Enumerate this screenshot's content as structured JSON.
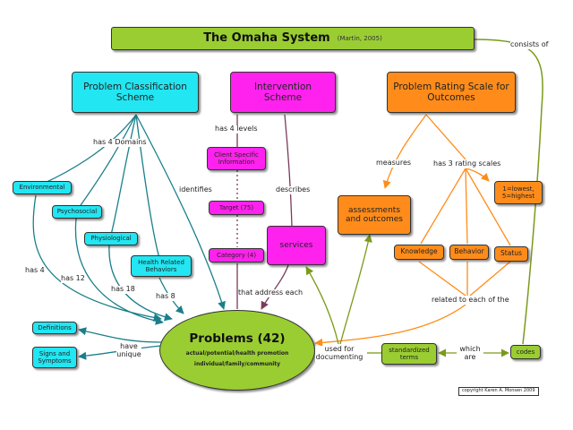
{
  "title": {
    "main": "The Omaha System",
    "cite": "(Martin, 2005)"
  },
  "nodes": {
    "pcs": "Problem Classification Scheme",
    "is": "Intervention Scheme",
    "prs": "Problem Rating Scale for Outcomes",
    "environmental": "Environmental",
    "psychosocial": "Psychosocial",
    "physiological": "Physiological",
    "health_related": "Health Related Behaviors",
    "client_specific": "Client Specific Information",
    "target": "Target (75)",
    "category": "Category (4)",
    "services": "services",
    "assessments": "assessments and outcomes",
    "one_lowest": "1=lowest, 5=highest",
    "knowledge": "Knowledge",
    "behavior": "Behavior",
    "status": "Status",
    "definitions": "Definitions",
    "signs": "Signs and Symptoms",
    "problems_title": "Problems (42)",
    "problems_line1": "actual/potential/health promotion",
    "problems_line2": "individual/family/community",
    "standardized": "standardized terms",
    "codes": "codes"
  },
  "labels": {
    "consists_of": "consists of",
    "has_4_domains": "has 4 Domains",
    "has_4_levels": "has 4 levels",
    "measures": "measures",
    "has_3_rating": "has 3 rating scales",
    "identifies": "identifies",
    "describes": "describes",
    "has_4": "has 4",
    "has_12": "has 12",
    "has_18": "has 18",
    "has_8": "has 8",
    "that_address_each": "that address each",
    "related_to_each": "related to each of the",
    "have_unique": "have unique",
    "used_for_documenting": "used for documenting",
    "which_are": "which are"
  },
  "copyright": "copyright Karen A. Monsen 2009",
  "colors": {
    "cyan": "#22e6f2",
    "magenta": "#ff22ee",
    "orange": "#ff8c1a",
    "green": "#9acd32",
    "link_blue": "#1a7f8a",
    "link_mag": "#7a3a5a",
    "link_orange": "#ff8c1a",
    "link_green": "#7a9a1a"
  }
}
